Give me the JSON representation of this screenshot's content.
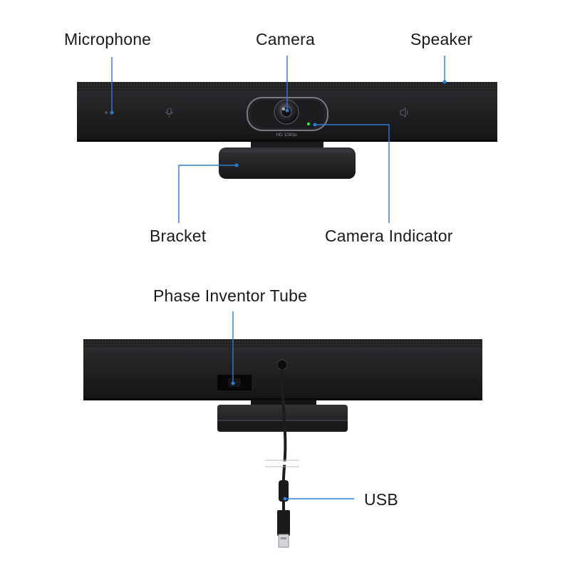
{
  "front_view": {
    "labels": {
      "microphone": "Microphone",
      "camera": "Camera",
      "speaker": "Speaker",
      "bracket": "Bracket",
      "camera_indicator": "Camera Indicator"
    },
    "lens_text": "HD 1080p"
  },
  "back_view": {
    "labels": {
      "phase_inventor_tube": "Phase Inventor Tube",
      "usb": "USB"
    }
  },
  "colors": {
    "callout_line": "#2b7cd3",
    "device_body": "#1c1c1e",
    "indicator_led": "#3ddc4a"
  }
}
